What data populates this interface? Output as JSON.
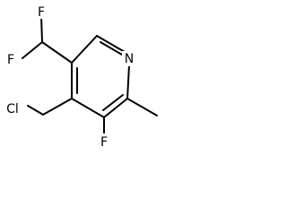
{
  "structure": {
    "atoms": {
      "f_top": "F",
      "f_left": "F",
      "nitrogen": "N",
      "chlorine": "Cl",
      "f_bottom": "F"
    }
  }
}
